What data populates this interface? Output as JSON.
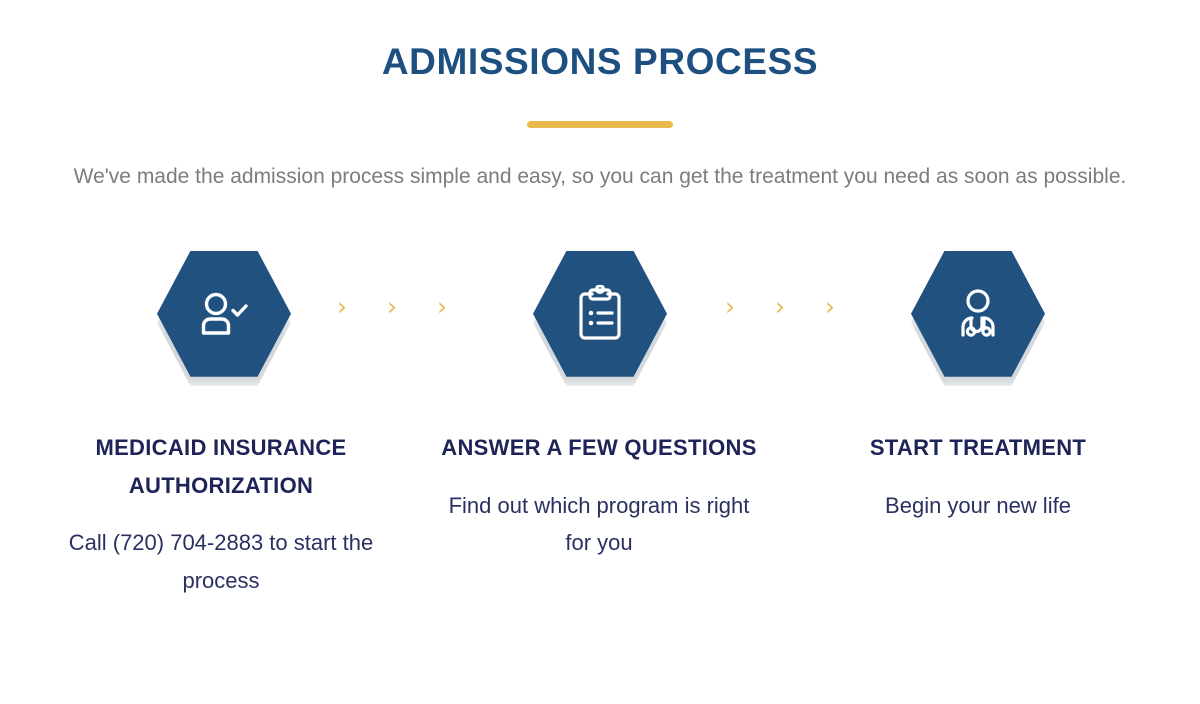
{
  "header": {
    "title": "ADMISSIONS PROCESS",
    "subtitle": "We've made the admission process simple and easy, so you can get the treatment you need as soon as possible.",
    "divider_color": "#eab94d",
    "title_color": "#1d5080"
  },
  "theme": {
    "background": "#ffffff",
    "hex_fill": "#21517f",
    "accent_gold": "#eab94d",
    "heading_navy": "#1e2458",
    "body_gray": "#7c7c80"
  },
  "steps": [
    {
      "icon": "user-check-icon",
      "title": "MEDICAID INSURANCE AUTHORIZATION",
      "description": "Call (720) 704-2883 to start the process"
    },
    {
      "icon": "clipboard-list-icon",
      "title": "ANSWER A FEW QUESTIONS",
      "description": "Find out which program is right for you"
    },
    {
      "icon": "doctor-stethoscope-icon",
      "title": "START TREATMENT",
      "description": "Begin your new life"
    }
  ],
  "separators": {
    "glyph": "›",
    "count_per_group": 3,
    "groups": 2
  }
}
